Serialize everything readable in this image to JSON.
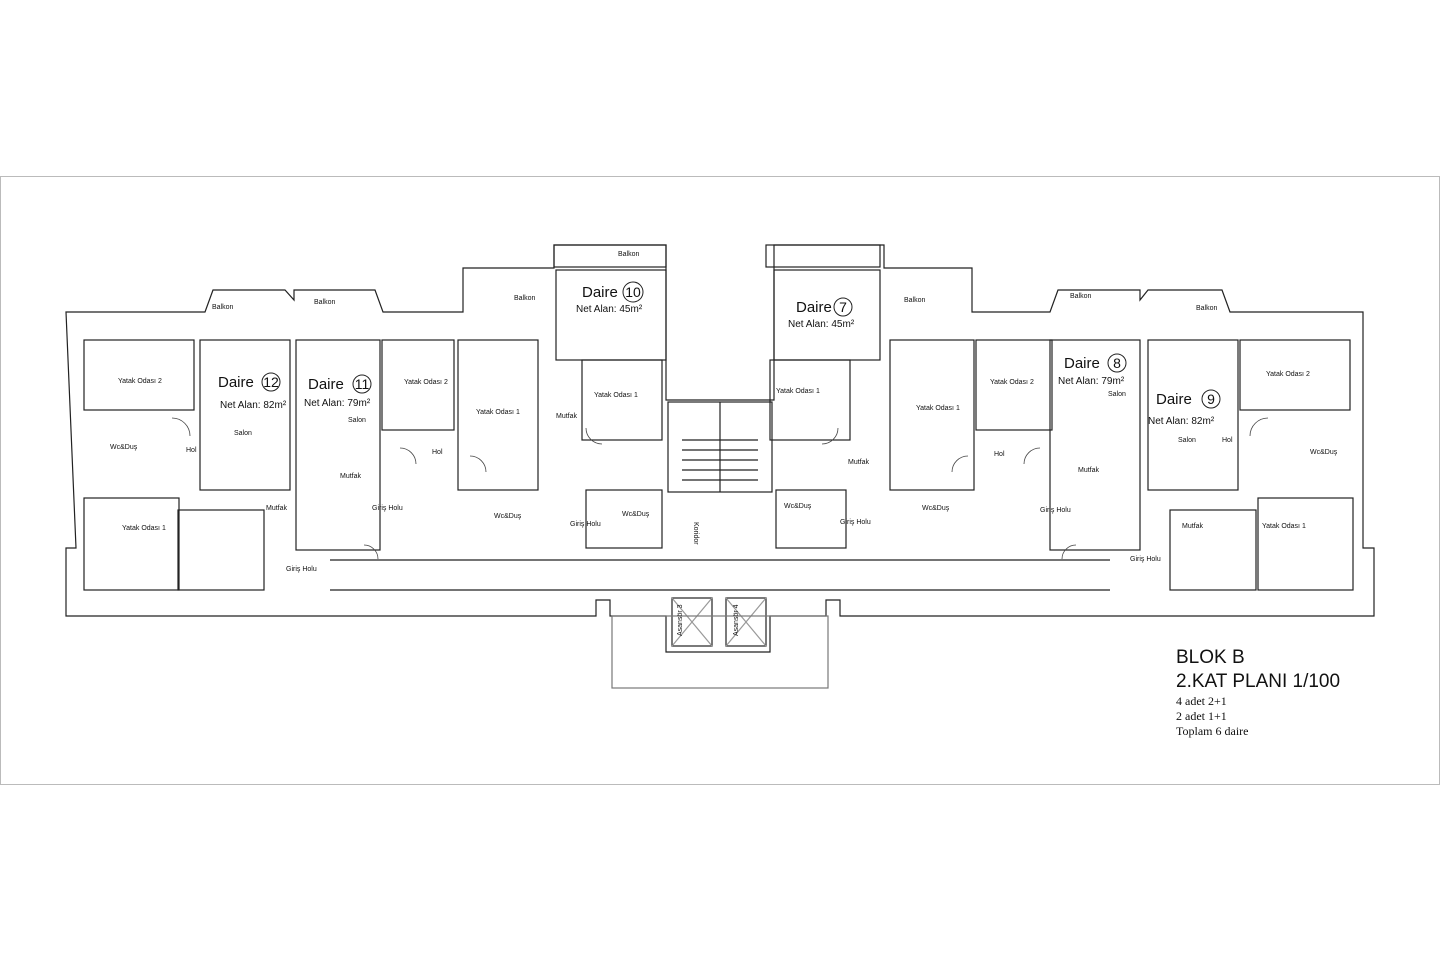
{
  "sheet": {
    "block": "BLOK B",
    "plan_title": "2.KAT PLANI 1/100",
    "summary": [
      "4 adet 2+1",
      "2 adet  1+1",
      "Toplam 6 daire"
    ]
  },
  "units": {
    "d12": {
      "label": "Daire",
      "no": "12",
      "area": "Net Alan: 82m²"
    },
    "d11": {
      "label": "Daire",
      "no": "11",
      "area": "Net Alan: 79m²"
    },
    "d10": {
      "label": "Daire",
      "no": "10",
      "area": "Net Alan: 45m²"
    },
    "d7": {
      "label": "Daire",
      "no": "7",
      "area": "Net Alan: 45m²"
    },
    "d8": {
      "label": "Daire",
      "no": "8",
      "area": "Net Alan: 79m²"
    },
    "d9": {
      "label": "Daire",
      "no": "9",
      "area": "Net Alan: 82m²"
    }
  },
  "rooms": {
    "balkon": "Balkon",
    "yatak1": "Yatak Odası 1",
    "yatak2": "Yatak Odası 2",
    "salon": "Salon",
    "hol": "Hol",
    "mutfak": "Mutfak",
    "wc": "Wc&Duş",
    "giris": "Giriş Holu",
    "koridor": "Koridor",
    "asansor3": "Asansör 3",
    "asansor4": "Asansör 4"
  }
}
